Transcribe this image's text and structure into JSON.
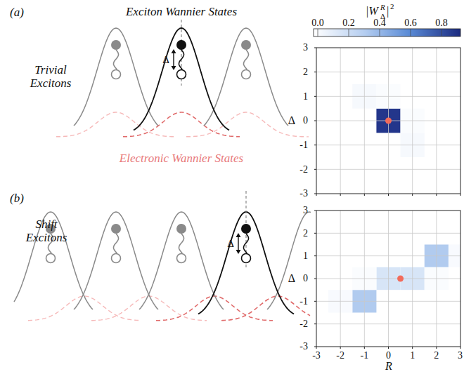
{
  "diagram": {
    "labels": [
      "(a)",
      "Exciton Wannier States",
      "Trivial Excitons",
      "Δ",
      "Electronic Wannier States",
      "(b)",
      "Shift Excitons",
      "Δ",
      "|W",
      "R",
      "Δ",
      "|",
      "2",
      "0.0",
      "0.2",
      "0.4",
      "0.6",
      "0.8",
      "3",
      "2",
      "1",
      "0",
      "-1",
      "-2",
      "-3",
      "Δ",
      "3",
      "2",
      "1",
      "0",
      "-1",
      "-2",
      "-3",
      "Δ",
      "-3",
      "-2",
      "-1",
      "0",
      "1",
      "2",
      "3",
      "R"
    ]
  }
}
